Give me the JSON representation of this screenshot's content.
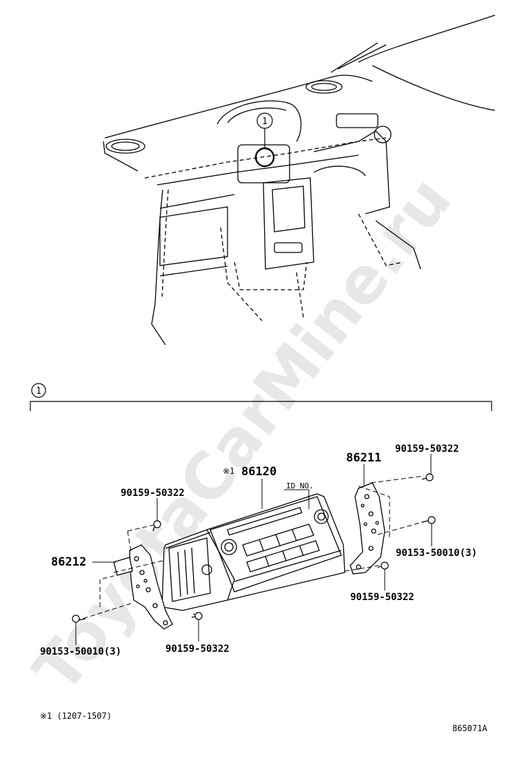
{
  "watermark": "ToyotaCarMine.ru",
  "callout_number": "1",
  "section_number": "1",
  "labels": {
    "unit": "86120",
    "unit_note_mark": "※1",
    "id_no": "ID NO.",
    "bracket_right": "86211",
    "bracket_left": "86212",
    "screw_top_right": "90159-50322",
    "screw_top_left": "90159-50322",
    "bolt_right": "90153-50010(3)",
    "screw_lower_right": "90159-50322",
    "bolt_left": "90153-50010(3)",
    "screw_lower_left": "90159-50322"
  },
  "footnote": "※1 (1207-1507)",
  "figure_id": "865071A",
  "colors": {
    "line": "#000000",
    "watermark": "#d8d8d8"
  }
}
